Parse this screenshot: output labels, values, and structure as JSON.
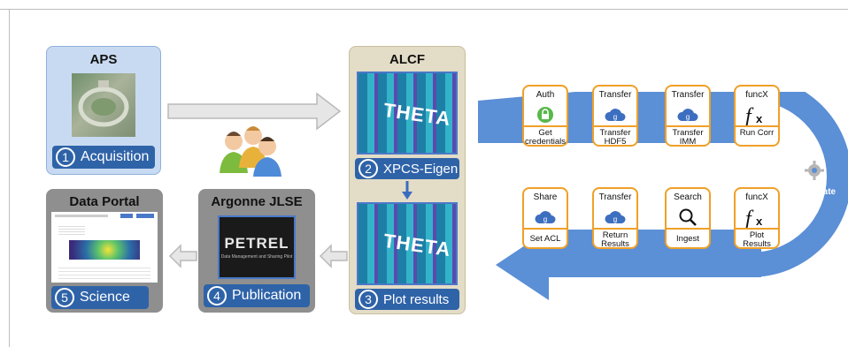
{
  "panels": {
    "aps": {
      "title": "APS",
      "step_num": "1",
      "step_label": "Acquisition"
    },
    "alcf": {
      "title": "ALCF",
      "step2_num": "2",
      "step2_label": "XPCS-Eigen",
      "step3_num": "3",
      "step3_label": "Plot results"
    },
    "jlse": {
      "title": "Argonne JLSE",
      "step_num": "4",
      "step_label": "Publication",
      "petrel_word": "PETREL",
      "petrel_sub": "Data Management and Sharing Pilot"
    },
    "portal": {
      "title": "Data Portal",
      "step_num": "5",
      "step_label": "Science"
    }
  },
  "theta_word": "THETA",
  "automate_label": "Automate",
  "flow_top": [
    {
      "top": "Auth",
      "bottom": "Get credentials",
      "icon": "lock-icon"
    },
    {
      "top": "Transfer",
      "bottom": "Transfer HDF5",
      "icon": "globus-cloud-icon"
    },
    {
      "top": "Transfer",
      "bottom": "Transfer IMM",
      "icon": "globus-cloud-icon"
    },
    {
      "top": "funcX",
      "bottom": "Run Corr",
      "icon": "function-fx-icon"
    }
  ],
  "flow_bottom": [
    {
      "top": "Share",
      "bottom": "Set ACL",
      "icon": "globus-cloud-icon"
    },
    {
      "top": "Transfer",
      "bottom": "Return Results",
      "icon": "globus-cloud-icon"
    },
    {
      "top": "Search",
      "bottom": "Ingest",
      "icon": "magnifier-icon"
    },
    {
      "top": "funcX",
      "bottom": "Plot Results",
      "icon": "function-fx-icon"
    }
  ],
  "colors": {
    "step_blue": "#2f63a8",
    "card_orange": "#f0a028",
    "flow_blue": "#5b8fd6",
    "aps_bg": "#c8daf2",
    "alcf_bg": "#e3dcc6",
    "gray_panel": "#8f8f8f"
  }
}
